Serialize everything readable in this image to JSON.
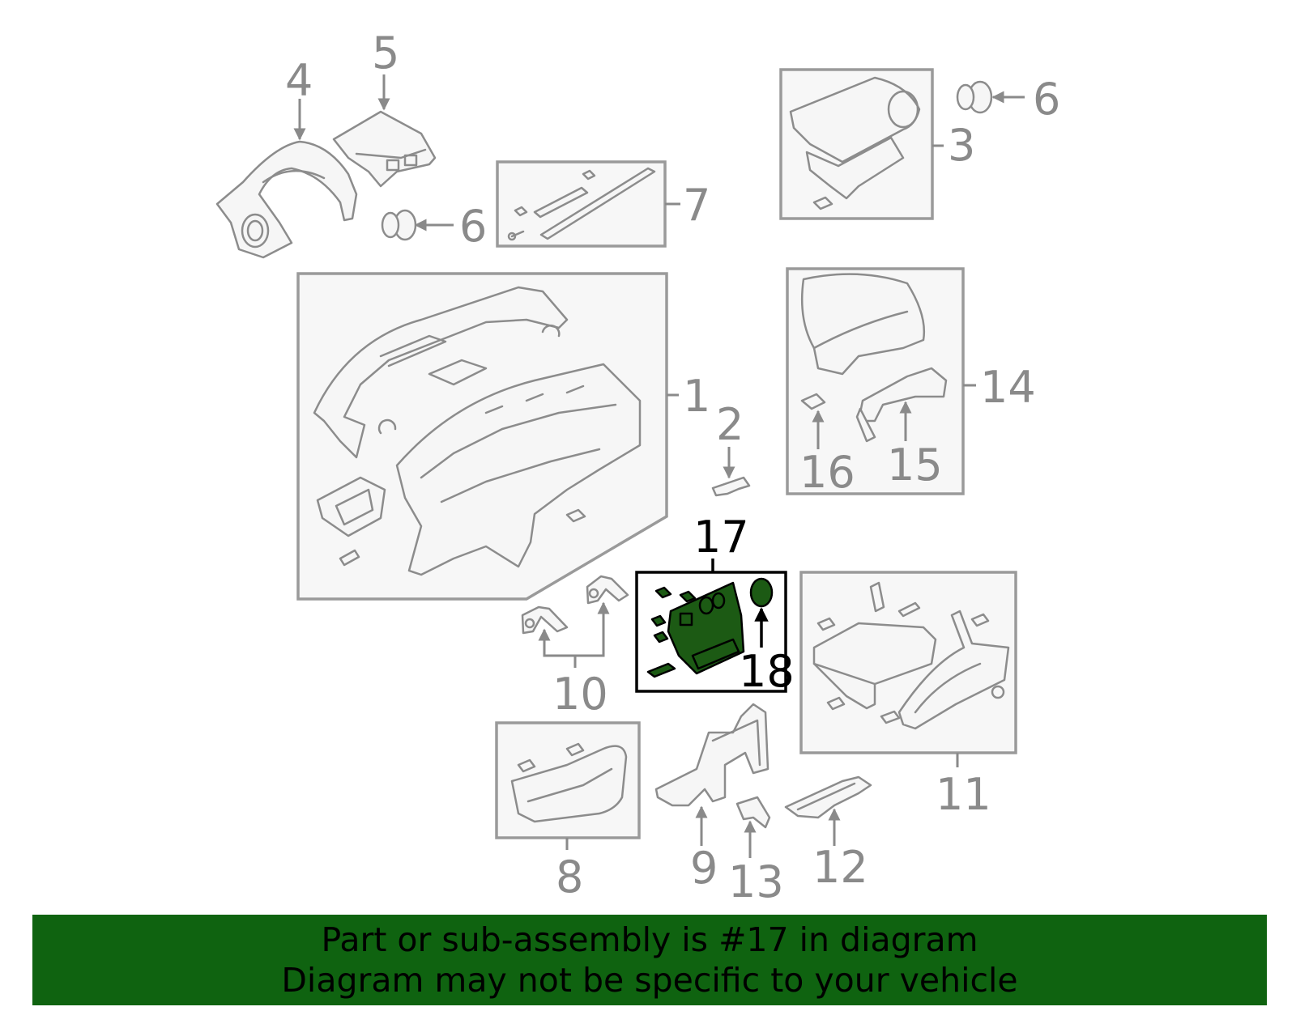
{
  "diagram": {
    "callouts": {
      "c1": "1",
      "c2": "2",
      "c3": "3",
      "c4": "4",
      "c5": "5",
      "c6a": "6",
      "c6b": "6",
      "c7": "7",
      "c8": "8",
      "c9": "9",
      "c10": "10",
      "c11": "11",
      "c12": "12",
      "c13": "13",
      "c14": "14",
      "c15": "15",
      "c16": "16",
      "c17": "17",
      "c18": "18"
    },
    "highlighted_part": "17",
    "colors": {
      "highlight_fill": "#1c5a14",
      "banner": "#0f6310",
      "line_gray": "#8c8c8c"
    }
  },
  "banner": {
    "line1": "Part or sub-assembly is #17 in diagram",
    "line2": "Diagram may not be specific to your vehicle"
  }
}
